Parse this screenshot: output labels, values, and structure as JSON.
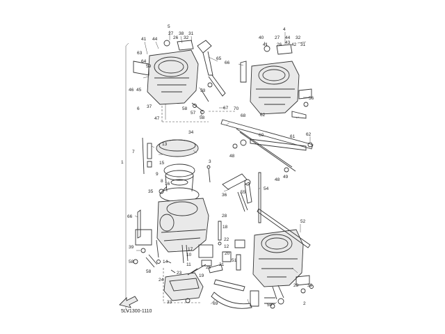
{
  "drawing_code": "5LV1300-1110",
  "callouts": [
    {
      "id": "c-5",
      "text": "5"
    },
    {
      "id": "c-41a",
      "text": "41"
    },
    {
      "id": "c-44",
      "text": "44"
    },
    {
      "id": "c-27a",
      "text": "27"
    },
    {
      "id": "c-38",
      "text": "38"
    },
    {
      "id": "c-31a",
      "text": "31"
    },
    {
      "id": "c-26a",
      "text": "26"
    },
    {
      "id": "c-32a",
      "text": "32"
    },
    {
      "id": "c-63",
      "text": "63"
    },
    {
      "id": "c-65",
      "text": "65"
    },
    {
      "id": "c-64",
      "text": "64"
    },
    {
      "id": "c-59",
      "text": "59"
    },
    {
      "id": "c-46",
      "text": "46"
    },
    {
      "id": "c-45",
      "text": "45"
    },
    {
      "id": "c-53",
      "text": "53"
    },
    {
      "id": "c-6",
      "text": "6"
    },
    {
      "id": "c-37",
      "text": "37"
    },
    {
      "id": "c-58a",
      "text": "58"
    },
    {
      "id": "c-57a",
      "text": "57"
    },
    {
      "id": "c-58b",
      "text": "58"
    },
    {
      "id": "c-47",
      "text": "47"
    },
    {
      "id": "c-4",
      "text": "4"
    },
    {
      "id": "c-40",
      "text": "40"
    },
    {
      "id": "c-27b",
      "text": "27"
    },
    {
      "id": "c-44b",
      "text": "44"
    },
    {
      "id": "c-32b",
      "text": "32"
    },
    {
      "id": "c-43",
      "text": "43"
    },
    {
      "id": "c-41b",
      "text": "41"
    },
    {
      "id": "c-26b",
      "text": "26"
    },
    {
      "id": "c-42",
      "text": "42"
    },
    {
      "id": "c-31b",
      "text": "31"
    },
    {
      "id": "c-66",
      "text": "66"
    },
    {
      "id": "c-67",
      "text": "67"
    },
    {
      "id": "c-56",
      "text": "56"
    },
    {
      "id": "c-70",
      "text": "70"
    },
    {
      "id": "c-68",
      "text": "68"
    },
    {
      "id": "c-62a",
      "text": "62"
    },
    {
      "id": "c-62b",
      "text": "62"
    },
    {
      "id": "c-60",
      "text": "60"
    },
    {
      "id": "c-61",
      "text": "61"
    },
    {
      "id": "c-48a",
      "text": "48"
    },
    {
      "id": "c-49",
      "text": "49"
    },
    {
      "id": "c-48b",
      "text": "48"
    },
    {
      "id": "c-34",
      "text": "34"
    },
    {
      "id": "c-7",
      "text": "7"
    },
    {
      "id": "c-13",
      "text": "13"
    },
    {
      "id": "c-3",
      "text": "3"
    },
    {
      "id": "c-15",
      "text": "15"
    },
    {
      "id": "c-1",
      "text": "1"
    },
    {
      "id": "c-9",
      "text": "9"
    },
    {
      "id": "c-8",
      "text": "8"
    },
    {
      "id": "c-16",
      "text": "16"
    },
    {
      "id": "c-35",
      "text": "35"
    },
    {
      "id": "c-36",
      "text": "36"
    },
    {
      "id": "c-55",
      "text": "55"
    },
    {
      "id": "c-54",
      "text": "54"
    },
    {
      "id": "c-52",
      "text": "52"
    },
    {
      "id": "c-28",
      "text": "28"
    },
    {
      "id": "c-18",
      "text": "18"
    },
    {
      "id": "c-66b",
      "text": "66"
    },
    {
      "id": "c-39",
      "text": "39"
    },
    {
      "id": "c-58c",
      "text": "58"
    },
    {
      "id": "c-58d",
      "text": "58"
    },
    {
      "id": "c-12",
      "text": "12"
    },
    {
      "id": "c-22",
      "text": "22"
    },
    {
      "id": "c-20",
      "text": "20"
    },
    {
      "id": "c-17",
      "text": "17"
    },
    {
      "id": "c-10",
      "text": "10"
    },
    {
      "id": "c-14",
      "text": "14"
    },
    {
      "id": "c-11",
      "text": "11"
    },
    {
      "id": "c-25",
      "text": "25"
    },
    {
      "id": "c-21",
      "text": "21"
    },
    {
      "id": "c-19",
      "text": "19"
    },
    {
      "id": "c-23",
      "text": "23"
    },
    {
      "id": "c-24",
      "text": "24"
    },
    {
      "id": "c-33",
      "text": "33"
    },
    {
      "id": "c-29",
      "text": "29"
    },
    {
      "id": "c-30",
      "text": "30"
    },
    {
      "id": "c-2",
      "text": "2"
    },
    {
      "id": "c-50",
      "text": "50"
    },
    {
      "id": "c-51",
      "text": "51"
    },
    {
      "id": "c-69",
      "text": "69"
    }
  ]
}
